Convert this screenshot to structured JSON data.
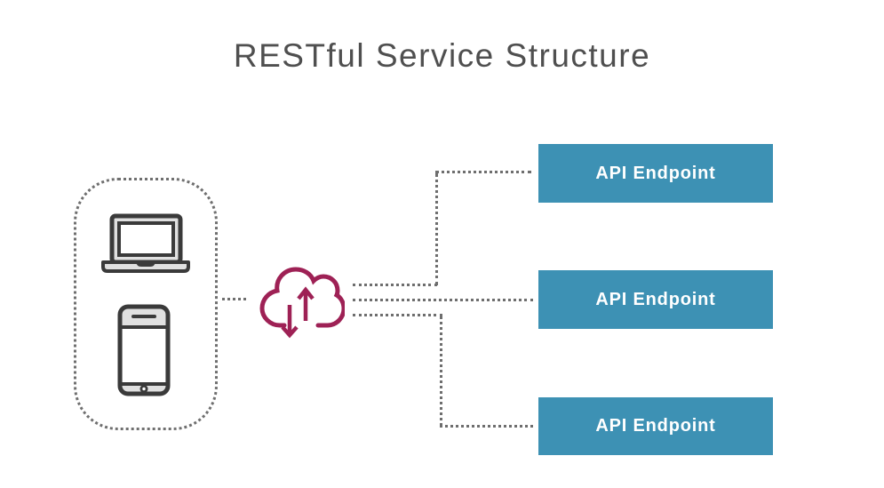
{
  "title": "RESTful Service Structure",
  "client_group": {
    "name": "client devices",
    "devices": [
      {
        "name": "laptop"
      },
      {
        "name": "smartphone"
      }
    ]
  },
  "cloud": {
    "name": "cloud-sync",
    "description": "cloud with upload and download arrows"
  },
  "endpoints": [
    {
      "label": "API Endpoint"
    },
    {
      "label": "API Endpoint"
    },
    {
      "label": "API Endpoint"
    }
  ],
  "colors": {
    "endpoint_bg": "#3d91b4",
    "endpoint_text": "#ffffff",
    "cloud_accent": "#9e2155",
    "connector_dots": "#6e6e6e",
    "title_text": "#4f4f4f",
    "device_icon_stroke": "#3a3a3a",
    "device_icon_fill": "#e0e0e0"
  }
}
